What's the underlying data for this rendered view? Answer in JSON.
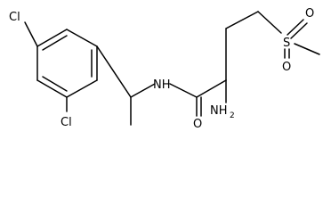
{
  "molecule": {
    "atoms": {
      "cl_top": "Cl",
      "cl_bottom": "Cl",
      "nh": "NH",
      "o_carbonyl": "O",
      "nh2_main": "NH",
      "nh2_sub": "2",
      "sulfur": "S",
      "o_sulfonyl_top": "O",
      "o_sulfonyl_bottom": "O"
    }
  }
}
